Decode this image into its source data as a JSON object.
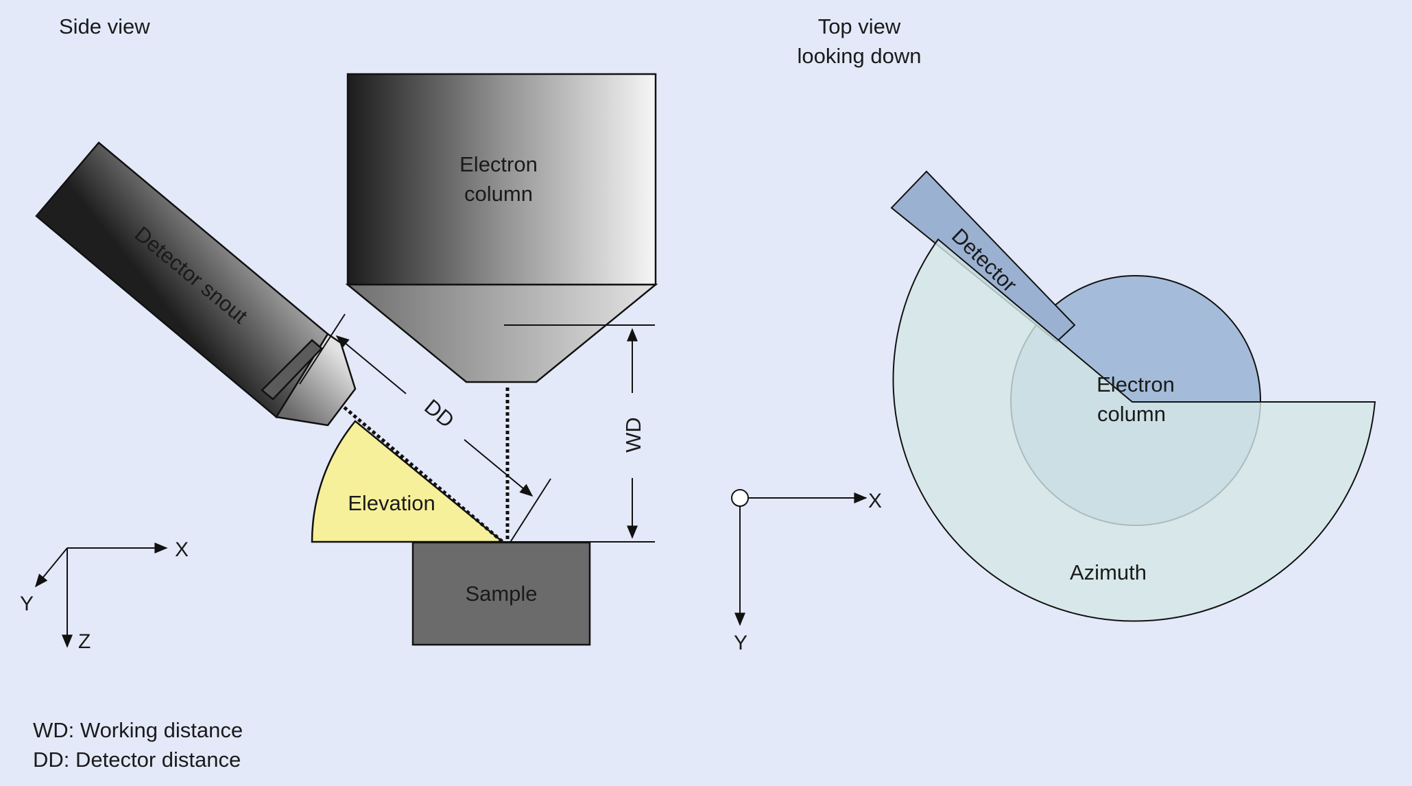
{
  "side_view": {
    "title": "Side view",
    "column_line1": "Electron",
    "column_line2": "column",
    "snout": "Detector snout",
    "dd": "DD",
    "wd": "WD",
    "elevation": "Elevation",
    "sample": "Sample",
    "axes": {
      "x": "X",
      "y": "Y",
      "z": "Z"
    }
  },
  "top_view": {
    "title_line1": "Top view",
    "title_line2": "looking down",
    "detector": "Detector",
    "column_line1": "Electron",
    "column_line2": "column",
    "azimuth": "Azimuth",
    "axes": {
      "x": "X",
      "y": "Y"
    }
  },
  "legend": {
    "wd": "WD: Working distance",
    "dd": "DD: Detector distance"
  },
  "colors": {
    "background": "#e3e9f8",
    "elevation_fill": "#f7f09a",
    "sample_fill": "#6b6b6b",
    "azimuth_fill": "#d5e7e6",
    "column_top_fill": "#a4bcd9",
    "detector_top_fill": "#9bb1d2"
  }
}
